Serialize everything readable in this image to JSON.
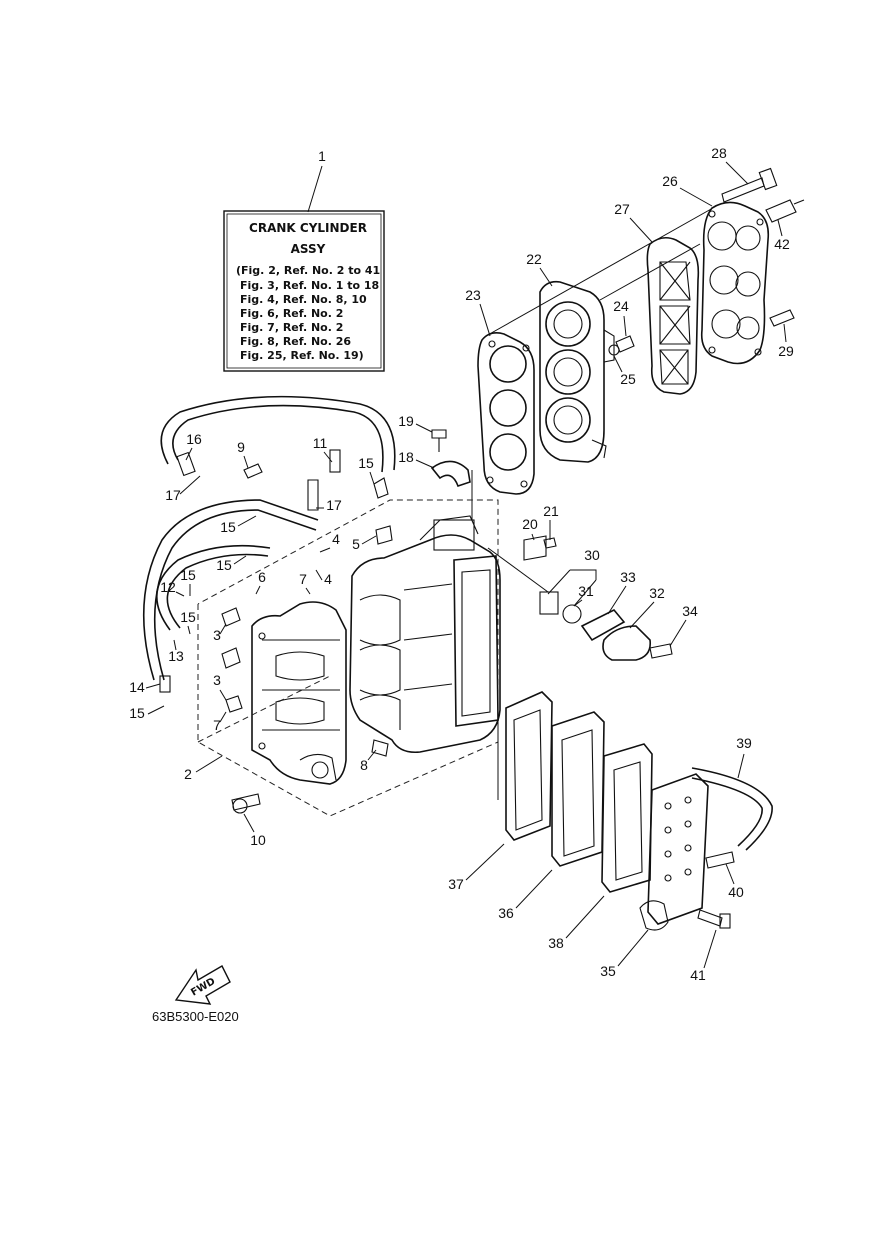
{
  "legend": {
    "ref": "1",
    "title": "CRANK CYLINDER",
    "subtitle": "ASSY",
    "lines": [
      "(Fig. 2, Ref. No. 2 to 41",
      "Fig. 3, Ref. No. 1 to 18",
      "Fig. 4, Ref. No. 8, 10",
      "Fig. 6, Ref. No. 2",
      "Fig. 7, Ref. No. 2",
      "Fig. 8, Ref. No. 26",
      "Fig. 25, Ref. No. 19)"
    ]
  },
  "fwd_label": "FWD",
  "drawing_code": "63B5300-E020",
  "callouts": [
    {
      "id": "c28",
      "label": "28"
    },
    {
      "id": "c26",
      "label": "26"
    },
    {
      "id": "c27",
      "label": "27"
    },
    {
      "id": "c42",
      "label": "42"
    },
    {
      "id": "c22",
      "label": "22"
    },
    {
      "id": "c23",
      "label": "23"
    },
    {
      "id": "c24",
      "label": "24"
    },
    {
      "id": "c25",
      "label": "25"
    },
    {
      "id": "c29",
      "label": "29"
    },
    {
      "id": "c19",
      "label": "19"
    },
    {
      "id": "c18",
      "label": "18"
    },
    {
      "id": "c16",
      "label": "16"
    },
    {
      "id": "c9",
      "label": "9"
    },
    {
      "id": "c11",
      "label": "11"
    },
    {
      "id": "c15a",
      "label": "15"
    },
    {
      "id": "c17a",
      "label": "17"
    },
    {
      "id": "c17b",
      "label": "17"
    },
    {
      "id": "c15b",
      "label": "15"
    },
    {
      "id": "c4a",
      "label": "4"
    },
    {
      "id": "c5",
      "label": "5"
    },
    {
      "id": "c21",
      "label": "21"
    },
    {
      "id": "c20",
      "label": "20"
    },
    {
      "id": "c30",
      "label": "30"
    },
    {
      "id": "c15c",
      "label": "15"
    },
    {
      "id": "c6",
      "label": "6"
    },
    {
      "id": "c7a",
      "label": "7"
    },
    {
      "id": "c4b",
      "label": "4"
    },
    {
      "id": "c12",
      "label": "12"
    },
    {
      "id": "c15d",
      "label": "15"
    },
    {
      "id": "c31",
      "label": "31"
    },
    {
      "id": "c33",
      "label": "33"
    },
    {
      "id": "c32",
      "label": "32"
    },
    {
      "id": "c34",
      "label": "34"
    },
    {
      "id": "c15e",
      "label": "15"
    },
    {
      "id": "c3a",
      "label": "3"
    },
    {
      "id": "c13",
      "label": "13"
    },
    {
      "id": "c14",
      "label": "14"
    },
    {
      "id": "c3b",
      "label": "3"
    },
    {
      "id": "c15f",
      "label": "15"
    },
    {
      "id": "c7b",
      "label": "7"
    },
    {
      "id": "c2",
      "label": "2"
    },
    {
      "id": "c8",
      "label": "8"
    },
    {
      "id": "c10",
      "label": "10"
    },
    {
      "id": "c39",
      "label": "39"
    },
    {
      "id": "c37",
      "label": "37"
    },
    {
      "id": "c36",
      "label": "36"
    },
    {
      "id": "c40",
      "label": "40"
    },
    {
      "id": "c38",
      "label": "38"
    },
    {
      "id": "c35",
      "label": "35"
    },
    {
      "id": "c41",
      "label": "41"
    }
  ]
}
